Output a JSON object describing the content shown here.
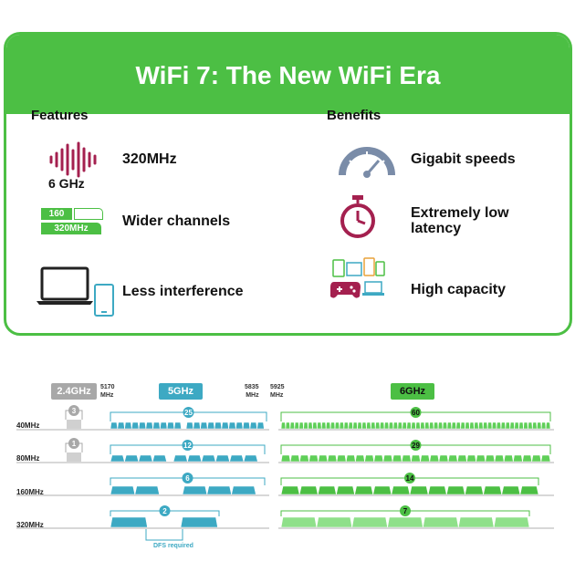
{
  "title": "WiFi 7: The New WiFi Era",
  "features": {
    "heading": "Features",
    "items": [
      {
        "label": "320MHz",
        "icon": "soundwave-icon",
        "icon_caption": "6 GHz"
      },
      {
        "label": "Wider channels",
        "icon": "channel-width-icon",
        "badge_160": "160",
        "badge_320": "320MHz"
      },
      {
        "label": "Less interference",
        "icon": "laptop-phone-icon"
      }
    ]
  },
  "benefits": {
    "heading": "Benefits",
    "items": [
      {
        "label": "Gigabit speeds",
        "icon": "speedometer-icon"
      },
      {
        "label": "Extremely low latency",
        "label_line1": "Extremely low",
        "label_line2": "latency",
        "icon": "stopwatch-icon"
      },
      {
        "label": "High capacity",
        "icon": "devices-gamepad-icon"
      }
    ]
  },
  "colors": {
    "green": "#4cbf44",
    "teal": "#3da9c3",
    "gray": "#a8a8a8",
    "maroon": "#a4204f"
  },
  "spectrum": {
    "bands": {
      "b24": "2.4GHz",
      "b5": "5GHz",
      "b6": "6GHz"
    },
    "freq_labels": {
      "f5170": "5170",
      "f5835": "5835",
      "f5925": "5925",
      "unit": "MHz"
    },
    "rows": [
      {
        "label": "40MHz",
        "count_24": "3",
        "count_5": "25",
        "count_6": "60"
      },
      {
        "label": "80MHz",
        "count_24": "1",
        "count_5": "12",
        "count_6": "29"
      },
      {
        "label": "160MHz",
        "count_5": "6",
        "count_6": "14"
      },
      {
        "label": "320MHz",
        "count_5": "2",
        "count_6": "7"
      }
    ],
    "dfs_note": "DFS required"
  }
}
